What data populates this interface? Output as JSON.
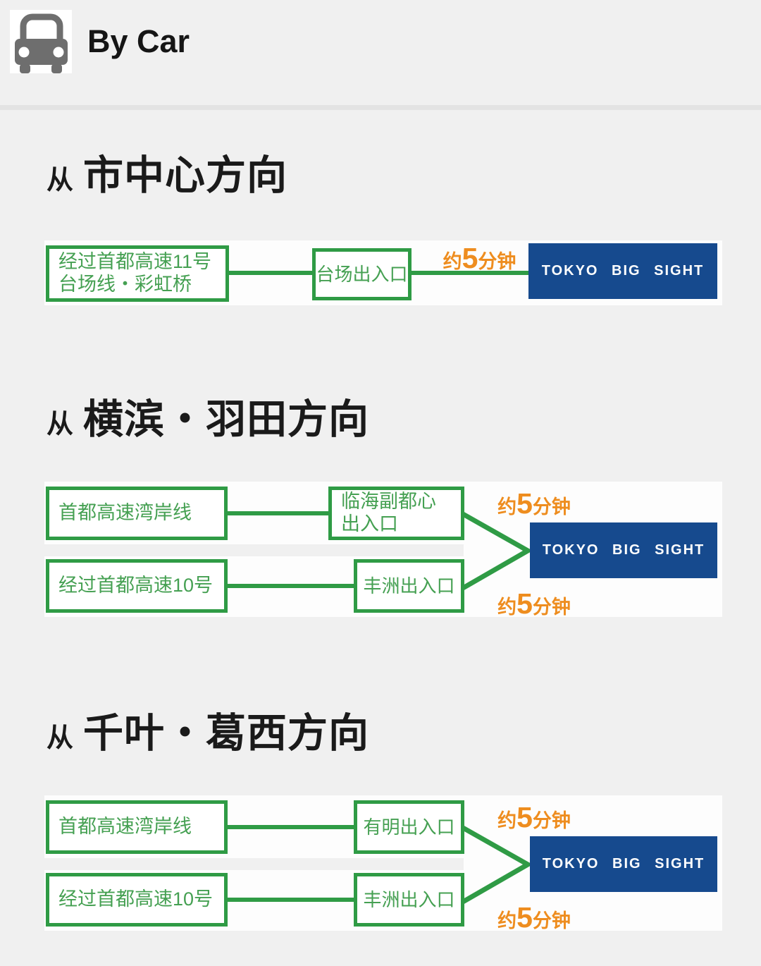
{
  "header": {
    "title": "By Car",
    "icon": "car-icon"
  },
  "destination": "TOKYO BIG SIGHT",
  "duration": {
    "pre": "约",
    "num": "5",
    "post": "分钟"
  },
  "sections": [
    {
      "prefix": "从",
      "title": "市中心方向",
      "via_line1": "经过首都高速11号",
      "via_line2": "台场线・彩虹桥",
      "exit": "台场出入口"
    },
    {
      "prefix": "从",
      "title": "横滨・羽田方向",
      "r1_via": "首都高速湾岸线",
      "r1_exit_line1": "临海副都心",
      "r1_exit_line2": "出入口",
      "r2_via": "经过首都高速10号",
      "r2_exit": "丰洲出入口"
    },
    {
      "prefix": "从",
      "title": "千叶・葛西方向",
      "r1_via": "首都高速湾岸线",
      "r1_exit": "有明出入口",
      "r2_via": "经过首都高速10号",
      "r2_exit": "丰洲出入口"
    }
  ],
  "colors": {
    "page_bg": "#f0f0f0",
    "panel_bg": "#fdfdfd",
    "green_border": "#2f9b45",
    "green_text": "#45a052",
    "orange": "#ee8d1f",
    "blue": "#164a8e",
    "divider": "#e3e3e3",
    "icon_gray": "#6e6e6e"
  }
}
